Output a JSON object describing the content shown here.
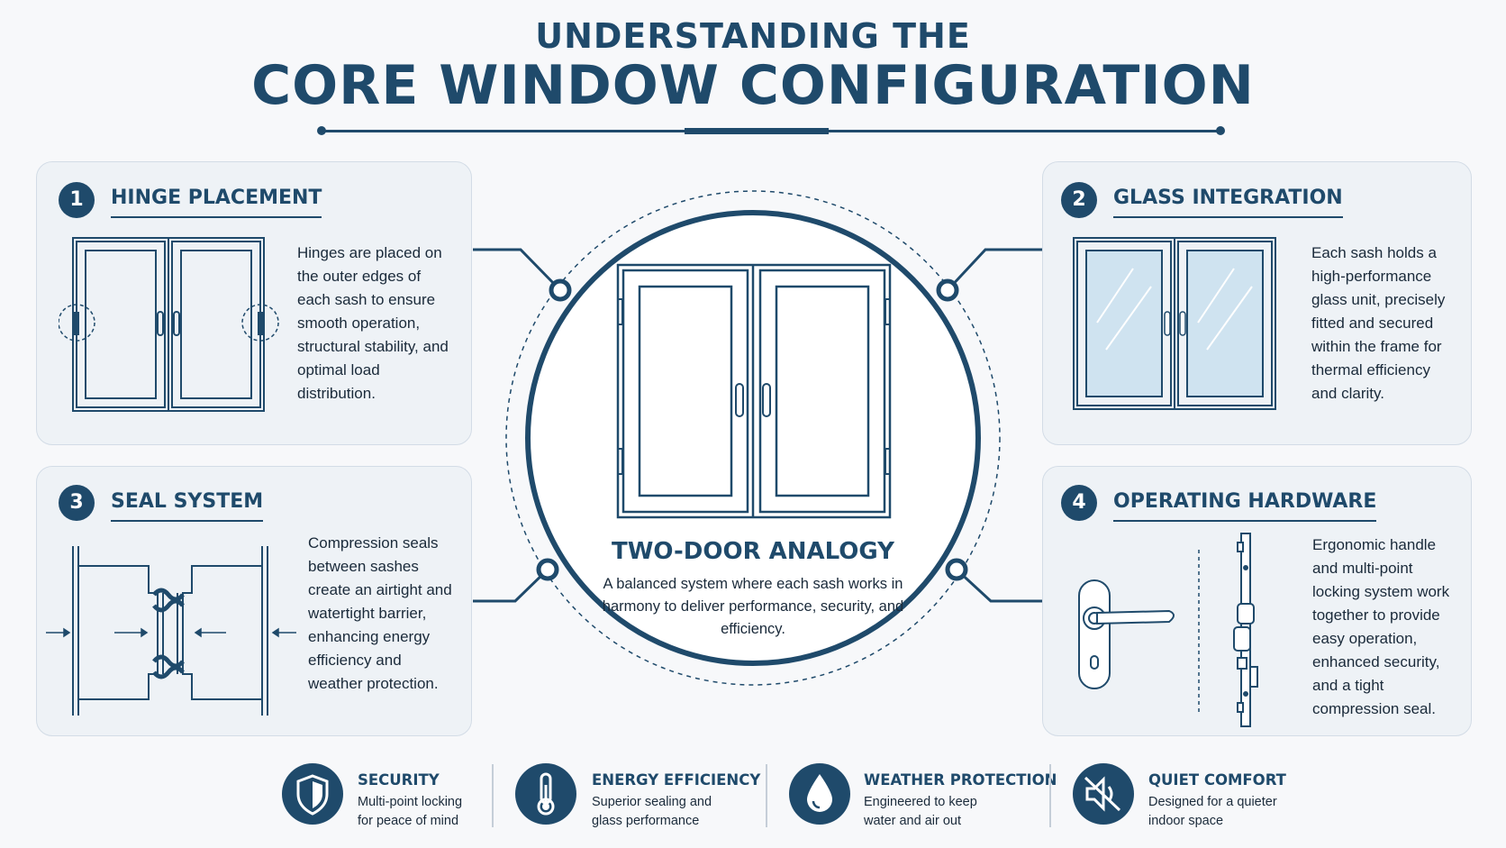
{
  "header": {
    "title_top": "UNDERSTANDING THE",
    "title_main": "CORE WINDOW CONFIGURATION"
  },
  "center": {
    "title": "TWO-DOOR ANALOGY",
    "description": "A balanced system where each sash works in harmony to deliver performance, security, and efficiency."
  },
  "panels": [
    {
      "number": "1",
      "title": "HINGE PLACEMENT",
      "description": "Hinges are placed on the outer edges of each sash to ensure smooth operation, structural stability, and optimal load distribution."
    },
    {
      "number": "2",
      "title": "GLASS INTEGRATION",
      "description": "Each sash holds a high-performance glass unit, precisely fitted and secured within the frame for thermal efficiency and clarity."
    },
    {
      "number": "3",
      "title": "SEAL SYSTEM",
      "description": "Compression seals between sashes create an airtight and watertight barrier, enhancing energy efficiency and weather protection."
    },
    {
      "number": "4",
      "title": "OPERATING HARDWARE",
      "description": "Ergonomic handle and multi-point locking system work together to provide easy operation, enhanced security, and a tight compression seal."
    }
  ],
  "features": [
    {
      "icon": "shield-icon",
      "title": "SECURITY",
      "description": "Multi-point locking for peace of mind"
    },
    {
      "icon": "thermometer-icon",
      "title": "ENERGY EFFICIENCY",
      "description": "Superior sealing and glass performance"
    },
    {
      "icon": "water-drop-icon",
      "title": "WEATHER PROTECTION",
      "description": "Engineered to keep water and air out"
    },
    {
      "icon": "muted-speaker-icon",
      "title": "QUIET COMFORT",
      "description": "Designed for a quieter indoor space"
    }
  ],
  "colors": {
    "primary": "#1f4a6b",
    "panel_bg": "#eef2f6",
    "glass": "#cfe3f0"
  }
}
